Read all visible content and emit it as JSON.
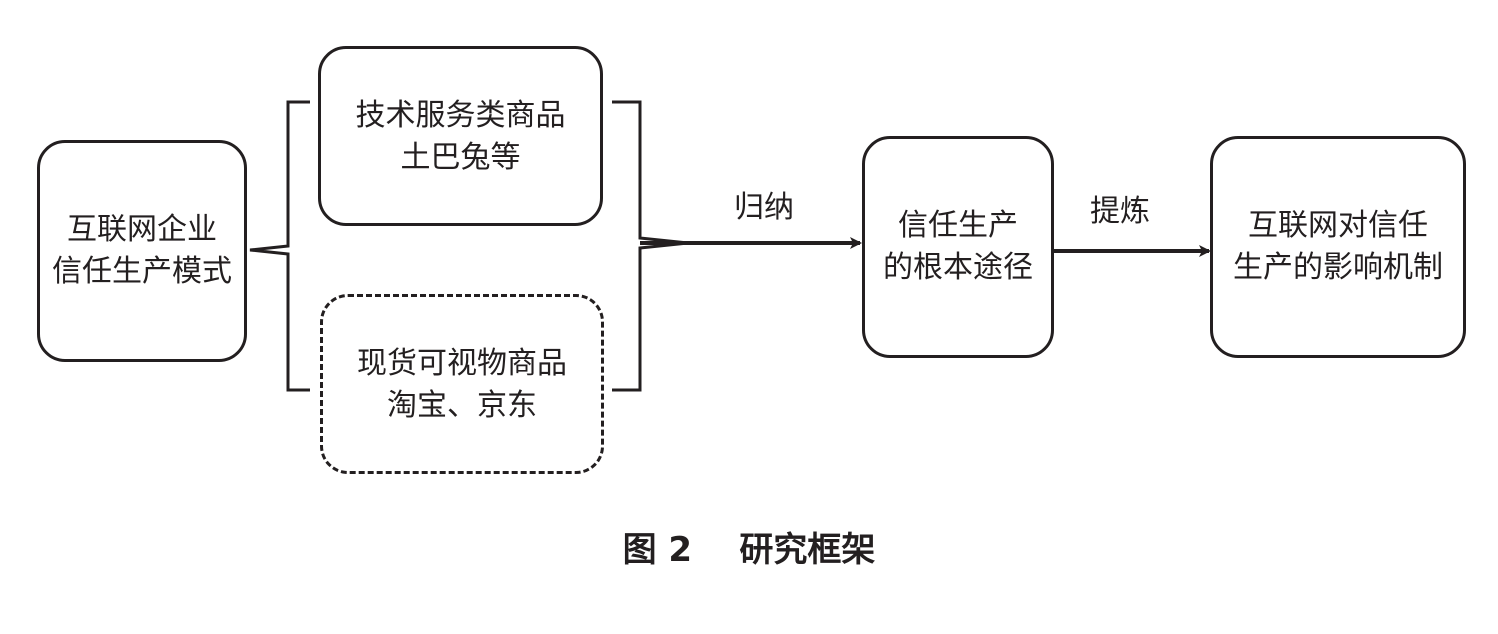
{
  "nodes": {
    "enterprise_trust_model": {
      "line1": "互联网企业",
      "line2": "信任生产模式"
    },
    "tech_service_goods": {
      "line1": "技术服务类商品",
      "line2": "土巴兔等"
    },
    "physical_visible_goods": {
      "line1": "现货可视物商品",
      "line2": "淘宝、京东"
    },
    "fundamental_path": {
      "line1": "信任生产",
      "line2": "的根本途径"
    },
    "internet_impact_mechanism": {
      "line1": "互联网对信任",
      "line2": "生产的影响机制"
    }
  },
  "edges": {
    "induce": "归纳",
    "refine": "提炼"
  },
  "caption": {
    "figure_no": "图 2",
    "title": "研究框架"
  }
}
